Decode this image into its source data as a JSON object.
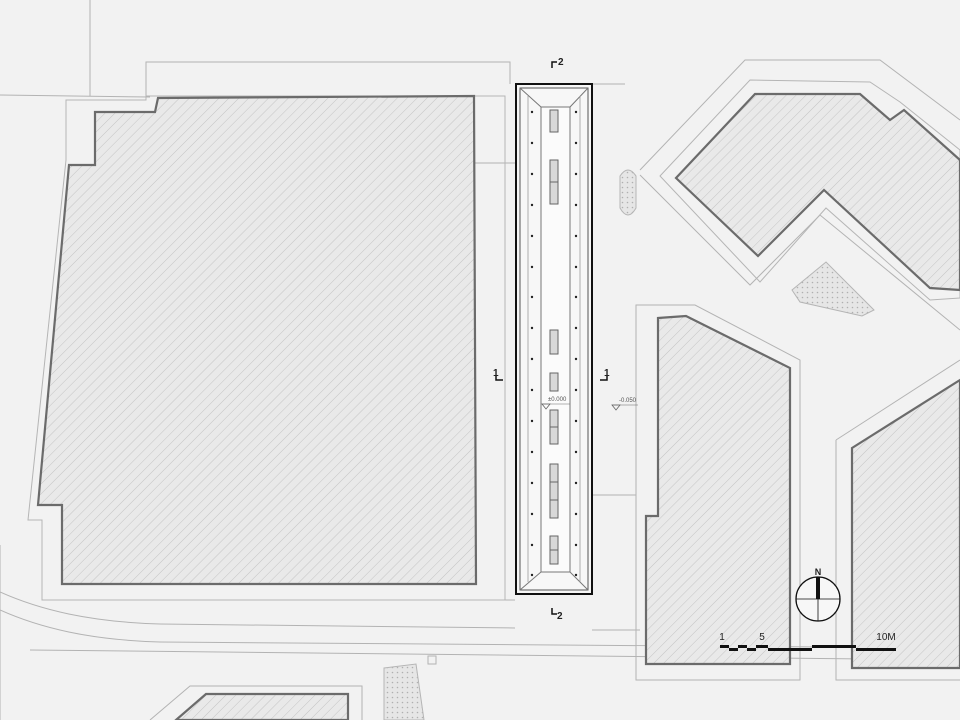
{
  "section_marks": {
    "top": "2",
    "bottom": "2",
    "left": "1",
    "right": "1"
  },
  "levels": {
    "inside": "±0.000",
    "outside": "-0.050"
  },
  "compass": {
    "north": "N"
  },
  "scale_bar": {
    "label_1": "1",
    "label_5": "5",
    "label_10": "10M"
  },
  "colors": {
    "background": "#f2f2f2",
    "building_outline": "#6b6b6b",
    "thin_line": "#a8a8a8",
    "hatch": "#bdbdbd",
    "ink": "#111111"
  }
}
